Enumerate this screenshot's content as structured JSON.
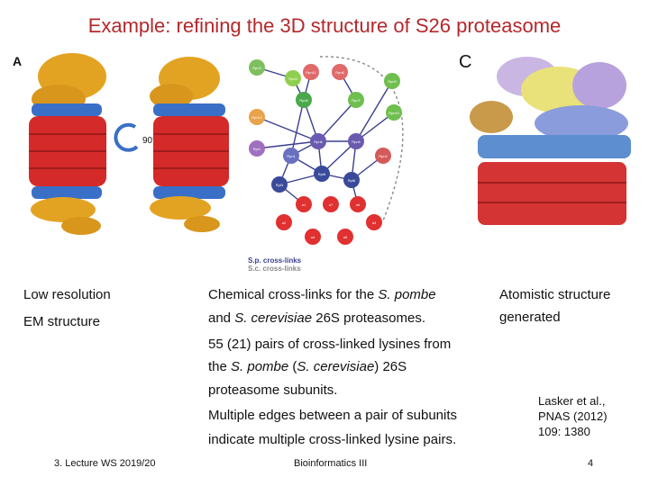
{
  "title": "Example: refining the 3D structure of S26 proteasome",
  "panels": {
    "a_label": "A",
    "c_label": "C",
    "rotation": "90°",
    "legend_sp": "S.p. cross-links",
    "legend_sc": "S.c. cross-links",
    "nodes": [
      "Rpn3",
      "Rpn11",
      "Rpn8",
      "Rpn9",
      "Rpn5",
      "Rpn6",
      "Rpn7",
      "Rpn12",
      "Rpn10",
      "Rpn6",
      "Rpn1",
      "Rpn6",
      "Rpn2",
      "Rpt1",
      "Rpt5",
      "Rpt6",
      "Rpt3",
      "α1",
      "α7",
      "α6",
      "α2",
      "α3",
      "α4",
      "α5"
    ]
  },
  "col_left": {
    "line1": "Low resolution",
    "line2": "EM structure"
  },
  "col_mid": {
    "p1_l1_pre": "Chemical cross-links for the ",
    "p1_l1_it": "S. pombe",
    "p1_l2_pre": "and ",
    "p1_l2_it": "S. cerevisiae",
    "p1_l2_post": " 26S proteasomes.",
    "p2_l1": "55 (21) pairs of cross-linked lysines from",
    "p2_l2_pre": "the ",
    "p2_l2_it1": "S. pombe",
    "p2_l2_mid": " (",
    "p2_l2_it2": "S. cerevisiae",
    "p2_l2_post": ") 26S",
    "p2_l3": "proteasome subunits.",
    "p3_l1": "Multiple edges between a pair of subunits",
    "p3_l2": "indicate multiple cross-linked lysine pairs."
  },
  "col_right": {
    "line1": "Atomistic structure",
    "line2": "generated",
    "cite1": "Lasker et al.,",
    "cite2": "PNAS (2012)",
    "cite3": "109: 1380"
  },
  "footer": {
    "left": "3. Lecture WS 2019/20",
    "center": "Bioinformatics III",
    "page": "4"
  }
}
